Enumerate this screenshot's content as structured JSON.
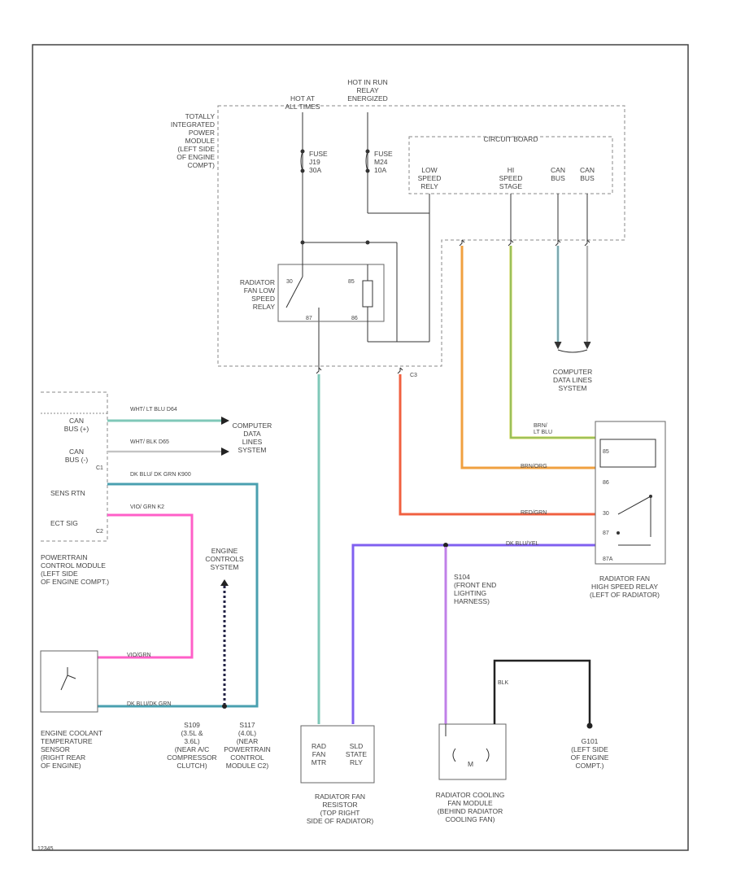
{
  "colors": {
    "wire_blue_green": "#7fc8b8",
    "wire_lt_blue": "#9fd8e0",
    "wire_dk_blue_grn": "#4aa0b0",
    "wire_pink": "#ff5fc8",
    "wire_orange": "#f0a040",
    "wire_red": "#f06040",
    "wire_yellow_green": "#c8d040",
    "wire_purple": "#8060f0",
    "wire_violet": "#c080e8",
    "wire_black": "#222222",
    "box_dash": "#888888"
  },
  "labels": {
    "hot_at_all_times": [
      "HOT AT",
      "ALL TIMES"
    ],
    "hot_in_run": [
      "HOT IN RUN",
      "RELAY",
      "ENERGIZED"
    ],
    "tipm": [
      "TOTALLY",
      "INTEGRATED",
      "POWER",
      "MODULE",
      "(LEFT SIDE",
      "OF ENGINE",
      "COMPT)"
    ],
    "circuit_board": "CIRCUIT BOARD",
    "fuse_j19": [
      "FUSE",
      "J19",
      "30A"
    ],
    "fuse_m24": [
      "FUSE",
      "M24",
      "10A"
    ],
    "low_speed": [
      "LOW",
      "SPEED",
      "RELY"
    ],
    "hi_speed": [
      "HI",
      "SPEED",
      "STAGE"
    ],
    "can_bus_1": [
      "CAN",
      "BUS"
    ],
    "can_bus_2": [
      "CAN",
      "BUS"
    ],
    "rad_fan_low_relay": [
      "RADIATOR",
      "FAN LOW",
      "SPEED",
      "RELAY"
    ],
    "computer_data_lines_top": [
      "COMPUTER",
      "DATA LINES",
      "SYSTEM"
    ],
    "computer_data_lines_mid": [
      "COMPUTER",
      "DATA",
      "LINES",
      "SYSTEM"
    ],
    "can_bus_h": [
      "CAN",
      "BUS (+)"
    ],
    "can_bus_l": [
      "CAN",
      "BUS (-)"
    ],
    "sens_rtn": "SENS RTN",
    "ect_sig": "ECT SIG",
    "pcm": [
      "POWERTRAIN",
      "CONTROL MODULE",
      "(LEFT SIDE",
      "OF ENGINE COMPT.)"
    ],
    "engine_controls": [
      "ENGINE",
      "CONTROLS",
      "SYSTEM"
    ],
    "ect_sensor": [
      "ENGINE COOLANT",
      "TEMPERATURE",
      "SENSOR",
      "(RIGHT REAR",
      "OF ENGINE)"
    ],
    "s109": [
      "S109",
      "(3.5L &",
      "3.6L)",
      "(NEAR A/C",
      "COMPRESSOR",
      "CLUTCH)"
    ],
    "s117": [
      "S117",
      "(4.0L)",
      "(NEAR",
      "POWERTRAIN",
      "CONTROL",
      "MODULE C2)"
    ],
    "s104": [
      "S104",
      "(FRONT END",
      "LIGHTING",
      "HARNESS)"
    ],
    "rad_fan_resistor_box": [
      "RAD",
      "FAN",
      "MTR",
      "SLD",
      "STATE",
      "RLY"
    ],
    "rad_fan_resistor": [
      "RADIATOR FAN",
      "RESISTOR",
      "(TOP RIGHT",
      "SIDE OF RADIATOR)"
    ],
    "rad_fan_high_relay": [
      "RADIATOR FAN",
      "HIGH SPEED RELAY",
      "(LEFT OF RADIATOR)"
    ],
    "rad_cooling_fan": [
      "RADIATOR COOLING",
      "FAN MODULE",
      "(BEHIND RADIATOR",
      "COOLING FAN)"
    ],
    "g101": [
      "G101",
      "(LEFT SIDE",
      "OF ENGINE",
      "COMPT.)"
    ],
    "wire_can_h": [
      "WHT/",
      "LT BLU",
      "D64"
    ],
    "wire_can_l": [
      "WHT/",
      "BLK",
      "D65"
    ],
    "wire_sens_rtn": [
      "DK BLU/",
      "DK GRN",
      "K900"
    ],
    "wire_ect": [
      "VIO/",
      "GRN",
      "K2"
    ],
    "wire_brn_lt_blu": [
      "BRN/",
      "LT BLU"
    ],
    "wire_brn_org": "BRN/ORG",
    "wire_red_grn": "RED/GRN",
    "wire_dk_blu_yel": "DK BLU/YEL",
    "wire_dk_blu_grn_bottom": "DK BLU/DK GRN",
    "wire_vio_grn_bottom": "VIO/GRN",
    "wire_yel_blk": "DK BLU/YEL",
    "wire_blk": "BLK",
    "c2": "C2",
    "c1": "C1",
    "c3": "C3",
    "relay_pins_top": [
      "30",
      "85",
      "87",
      "86"
    ],
    "relay_pins_high": [
      "85",
      "86",
      "30",
      "87",
      "87A"
    ],
    "fan_m": "M",
    "footer_code": "12345"
  }
}
